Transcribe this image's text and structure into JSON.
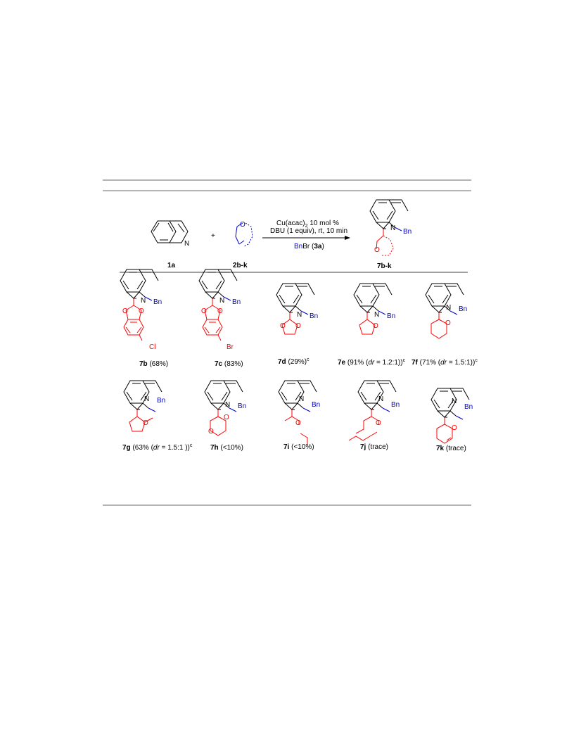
{
  "scheme": {
    "conditions": {
      "line1_main": "Cu(acac)",
      "line1_sub": "2",
      "line1_tail": " 10 mol %",
      "line2": "DBU (1 equiv), rt, 10 min",
      "line3_bn": "Bn",
      "line3_br": "Br (",
      "line3_bold": "3a",
      "line3_close": ")"
    },
    "plus": "+",
    "labels": {
      "substrate1": "1a",
      "substrate2": "2b-k",
      "product": "7b-k"
    },
    "atoms": {
      "N": "N",
      "O": "O",
      "Bn": "Bn",
      "Cl": "Cl",
      "Br": "Br"
    },
    "colors": {
      "product_ring": "#ff0000",
      "benzyl": "#0000cc",
      "ether": "#0000cc"
    }
  },
  "products": [
    {
      "id": "7b",
      "pre": "",
      "yield": " (68%)",
      "sup": ""
    },
    {
      "id": "7c",
      "pre": "",
      "yield": " (83%)",
      "sup": ""
    },
    {
      "id": "7d",
      "pre": "",
      "yield": " (29%)",
      "sup": "c"
    },
    {
      "id": "7e",
      "pre": " (91% (",
      "dr": "dr",
      "post": " = 1.2:1))",
      "sup": "c"
    },
    {
      "id": "7f",
      "pre": " (71% (",
      "dr": "dr",
      "post": " = 1.5:1))",
      "sup": "c"
    },
    {
      "id": "7g",
      "pre": " (63% (",
      "dr": "dr",
      "post": " = 1.5:1 ))",
      "sup": "c"
    },
    {
      "id": "7h",
      "pre": "",
      "yield": " (<10%)",
      "sup": ""
    },
    {
      "id": "7i",
      "pre": "",
      "yield": " (<10%)",
      "sup": ""
    },
    {
      "id": "7j",
      "pre": "",
      "yield": " (trace)",
      "sup": ""
    },
    {
      "id": "7k",
      "pre": "",
      "yield": " (trace)",
      "sup": ""
    }
  ]
}
